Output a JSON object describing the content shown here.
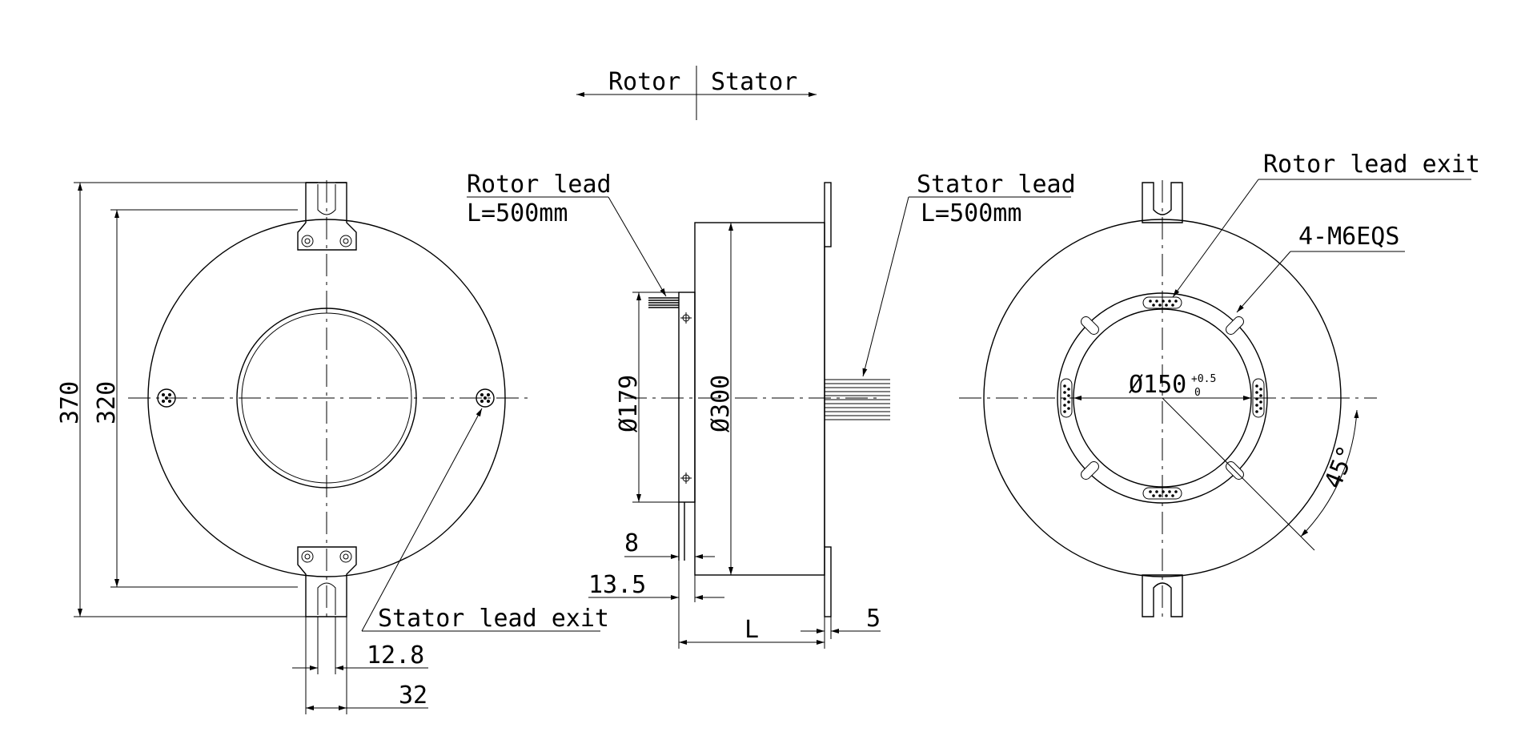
{
  "labels": {
    "rotor": "Rotor",
    "stator": "Stator",
    "rotor_lead": "Rotor lead",
    "rotor_lead_length": "L=500mm",
    "stator_lead": "Stator lead",
    "stator_lead_length": "L=500mm",
    "rotor_lead_exit": "Rotor lead exit",
    "stator_lead_exit": "Stator lead exit",
    "screw_holes": "4-M6EQS"
  },
  "dimensions": {
    "overall_height": "370",
    "mount_height": "320",
    "slot_width": "12.8",
    "tab_width": "32",
    "rotor_diameter": "Ø179",
    "body_diameter": "Ø300",
    "flange_thickness": "8",
    "rotor_offset": "13.5",
    "body_length": "L",
    "stator_flange": "5",
    "bore_diameter": "Ø150",
    "bore_tol_upper": "+0.5",
    "bore_tol_lower": "0",
    "hole_angle": "45°"
  }
}
